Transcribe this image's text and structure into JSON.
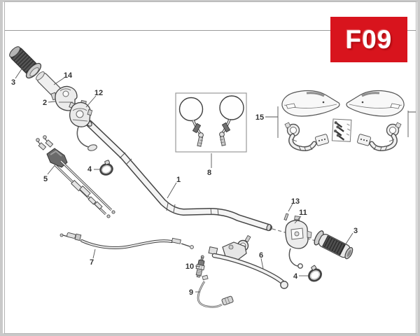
{
  "page": {
    "code": "F09",
    "code_bg": "#d8141d",
    "code_fg": "#ffffff",
    "line_color": "#444444",
    "frame_color": "#b3b3b3"
  },
  "diagram": {
    "callouts": [
      {
        "label": "1"
      },
      {
        "label": "2"
      },
      {
        "label": "3"
      },
      {
        "label": "3"
      },
      {
        "label": "4"
      },
      {
        "label": "4"
      },
      {
        "label": "5"
      },
      {
        "label": "6"
      },
      {
        "label": "7"
      },
      {
        "label": "8"
      },
      {
        "label": "9"
      },
      {
        "label": "10"
      },
      {
        "label": "11"
      },
      {
        "label": "12"
      },
      {
        "label": "13"
      },
      {
        "label": "14"
      },
      {
        "label": "15"
      }
    ]
  }
}
